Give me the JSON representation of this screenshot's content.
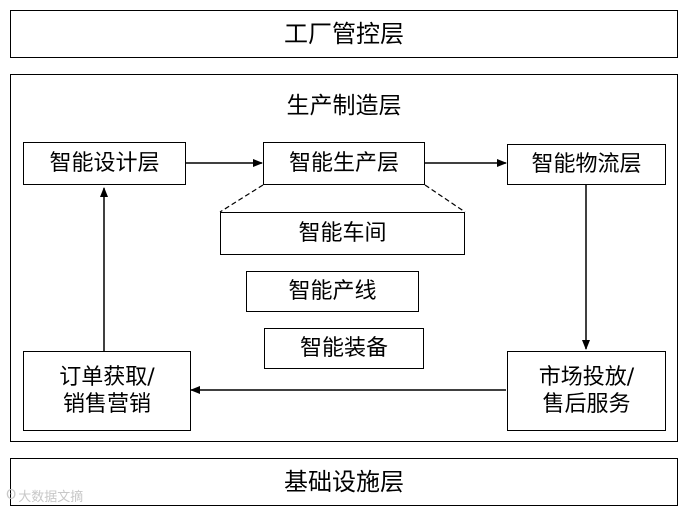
{
  "layers": {
    "factory_control": "工厂管控层",
    "manufacturing": "生产制造层",
    "infrastructure": "基础设施层"
  },
  "nodes": {
    "design": "智能设计层",
    "production": "智能生产层",
    "logistics": "智能物流层",
    "workshop": "智能车间",
    "line": "智能产线",
    "equipment": "智能装备",
    "order": "订单获取/\n销售营销",
    "market": "市场投放/\n售后服务"
  },
  "watermark": "大数据文摘"
}
